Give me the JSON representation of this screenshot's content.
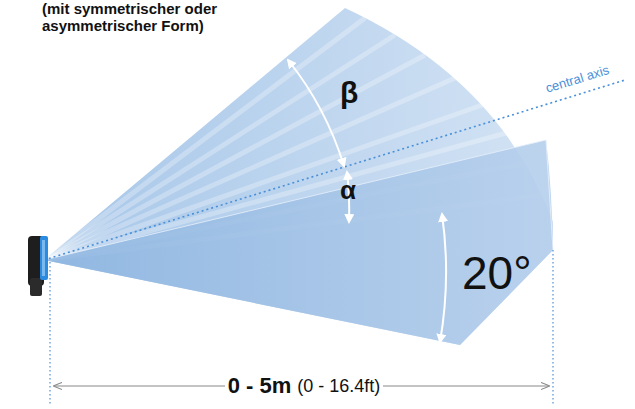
{
  "diagram": {
    "labels": [
      "(mit symmetrischer oder asymmetrischer Form)",
      "β",
      "α",
      "central axis",
      "20°",
      "0 - 5m",
      "(0 - 16.4ft)"
    ]
  }
}
